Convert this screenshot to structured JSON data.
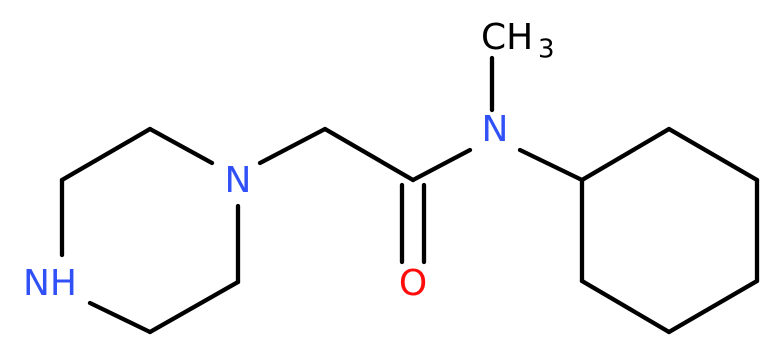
{
  "molecule": {
    "atoms": {
      "n_amine_ring": "N",
      "nh_ring": "NH",
      "n_amide": "N",
      "o_carbonyl": "O",
      "methyl_base": "CH",
      "methyl_sub": "3"
    },
    "colors": {
      "nitrogen": "#3050F8",
      "oxygen": "#FF0D0D",
      "carbon": "#000000",
      "bond": "#000000"
    }
  }
}
